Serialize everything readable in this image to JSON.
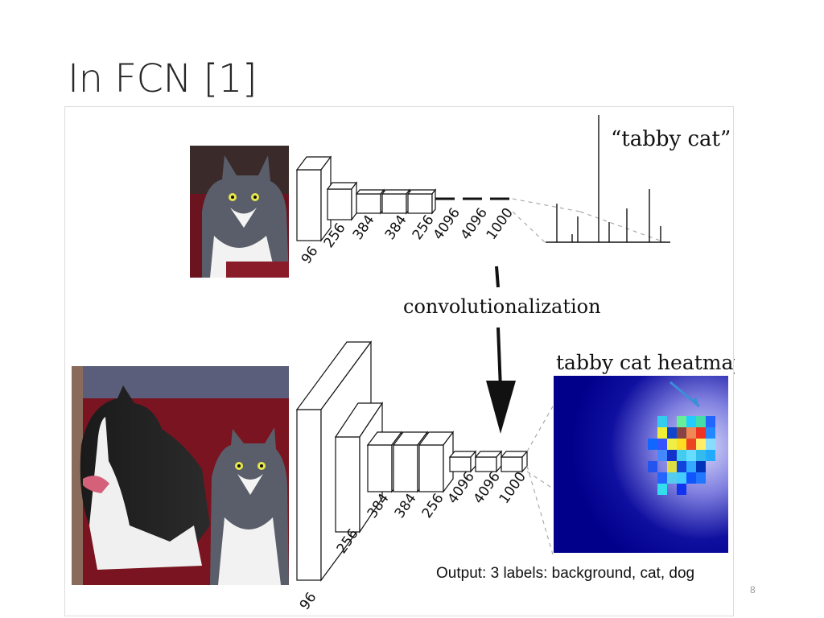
{
  "slide": {
    "title": "In FCN [1]",
    "page_number": "8",
    "caption": "Output: 3 labels: background, cat, dog"
  },
  "diagram": {
    "top_network": {
      "output_label": "“tabby cat”",
      "layer_labels": [
        "96",
        "256",
        "384",
        "384",
        "256",
        "4096",
        "4096",
        "1000"
      ]
    },
    "transition_label": "convolutionalization",
    "bottom_network": {
      "output_label": "tabby cat heatmap",
      "layer_labels": [
        "96",
        "256",
        "384",
        "384",
        "256",
        "4096",
        "4096",
        "1000"
      ]
    },
    "colors": {
      "heatmap_background": "#00008b",
      "heatmap_glow": "#c8c8f5",
      "annotation_arrow": "#3b8fd6",
      "box_stroke": "#111111"
    }
  }
}
